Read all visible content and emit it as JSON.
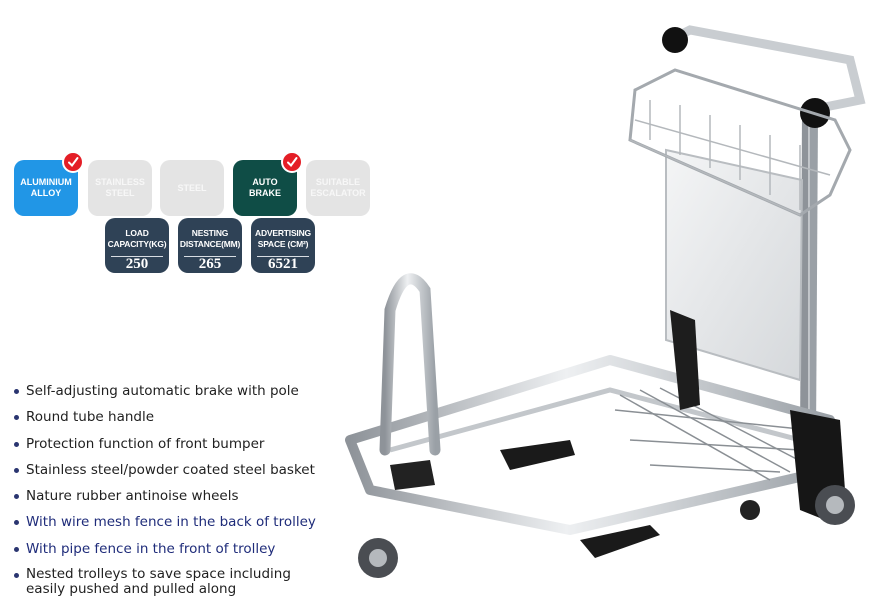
{
  "materials": [
    {
      "label": "ALUMINIUM ALLOY",
      "lines": [
        "ALUMINIUM",
        "ALLOY"
      ],
      "state": "selected",
      "color": "#2196e6",
      "checked": true
    },
    {
      "label": "STAINLESS STEEL",
      "lines": [
        "STAINLESS",
        "STEEL"
      ],
      "state": "inactive",
      "checked": false
    },
    {
      "label": "STEEL",
      "lines": [
        "STEEL"
      ],
      "state": "inactive",
      "checked": false
    },
    {
      "label": "AUTO BRAKE",
      "lines": [
        "AUTO",
        "BRAKE"
      ],
      "state": "selected",
      "color": "#0f4d46",
      "checked": true
    },
    {
      "label": "SUITABLE ESCALATOR",
      "lines": [
        "SUITABLE",
        "ESCALATOR"
      ],
      "state": "inactive",
      "checked": false
    }
  ],
  "specs": [
    {
      "label_lines": [
        "LOAD",
        "CAPACITY(KG)"
      ],
      "value": "250"
    },
    {
      "label_lines": [
        "NESTING",
        "DISTANCE(MM)"
      ],
      "value": "265"
    },
    {
      "label_lines": [
        "ADVERTISING",
        "SPACE (cm²)"
      ],
      "value": "6521"
    }
  ],
  "features": [
    {
      "text": "Self-adjusting automatic brake with pole",
      "color": "#1f1f1f"
    },
    {
      "text": "Round tube handle",
      "color": "#1f1f1f"
    },
    {
      "text": "Protection function of front bumper",
      "color": "#1f1f1f"
    },
    {
      "text": "Stainless steel/powder coated steel basket",
      "color": "#1f1f1f"
    },
    {
      "text": "Nature rubber antinoise wheels",
      "color": "#1f1f1f"
    },
    {
      "text": "With wire mesh fence in the back of trolley",
      "color": "#1f2c7a"
    },
    {
      "text": "With pipe fence in the front of trolley",
      "color": "#1f2c7a"
    },
    {
      "text_lines": [
        "Nested trolleys to save space including",
        "easily pushed and pulled along"
      ],
      "color": "#1f1f1f"
    }
  ],
  "colors": {
    "selected_blue": "#2196e6",
    "selected_green": "#0f4d46",
    "spec_navy": "#2f4256",
    "check_red": "#e41e26",
    "inactive": "#e4e4e4"
  },
  "icons": {
    "check": "check-mark-icon",
    "product": "luggage-trolley-image"
  }
}
